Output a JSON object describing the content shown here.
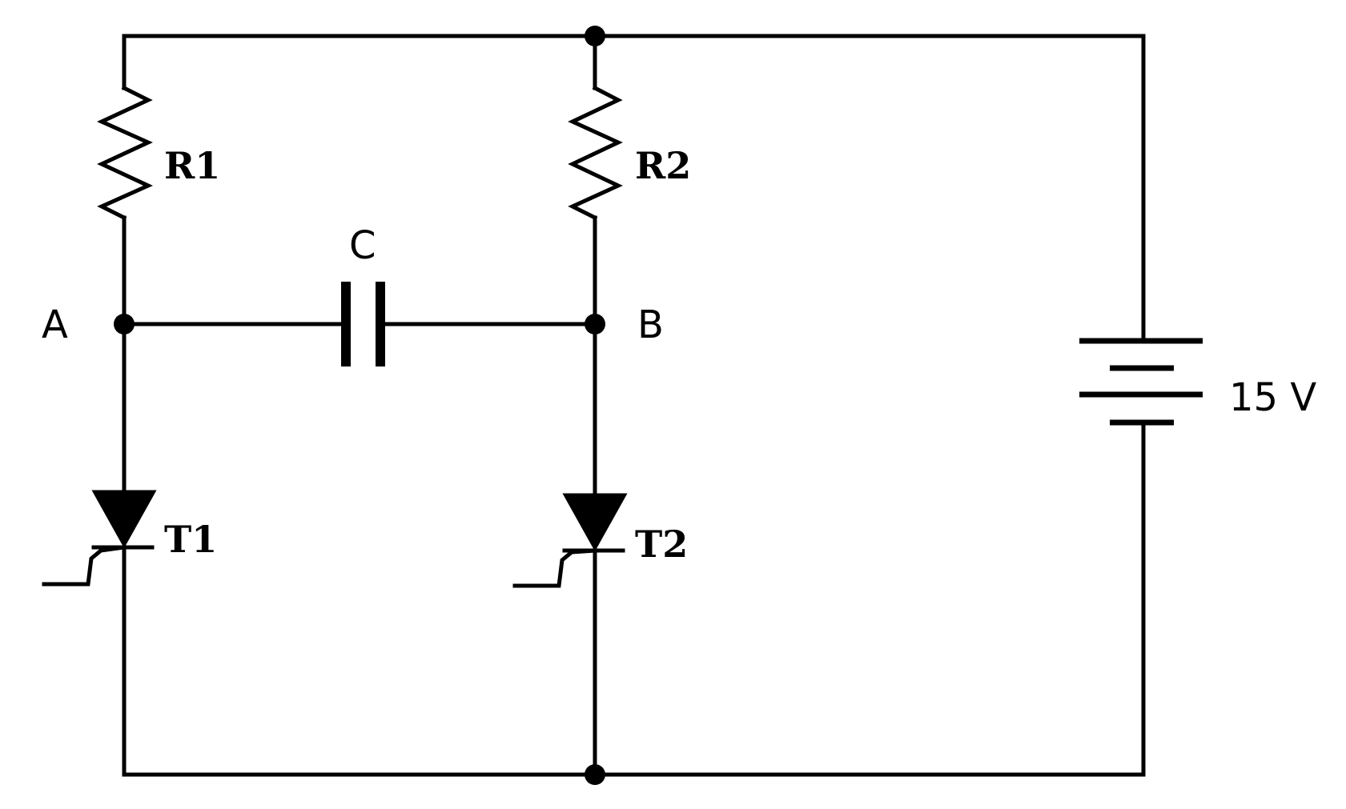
{
  "labels": {
    "r1": "R1",
    "r2": "R2",
    "c": "C",
    "a": "A",
    "b": "B",
    "t1": "T1",
    "t2": "T2",
    "supply": "15 V"
  },
  "colors": {
    "line": "#000000",
    "background": "#ffffff"
  }
}
